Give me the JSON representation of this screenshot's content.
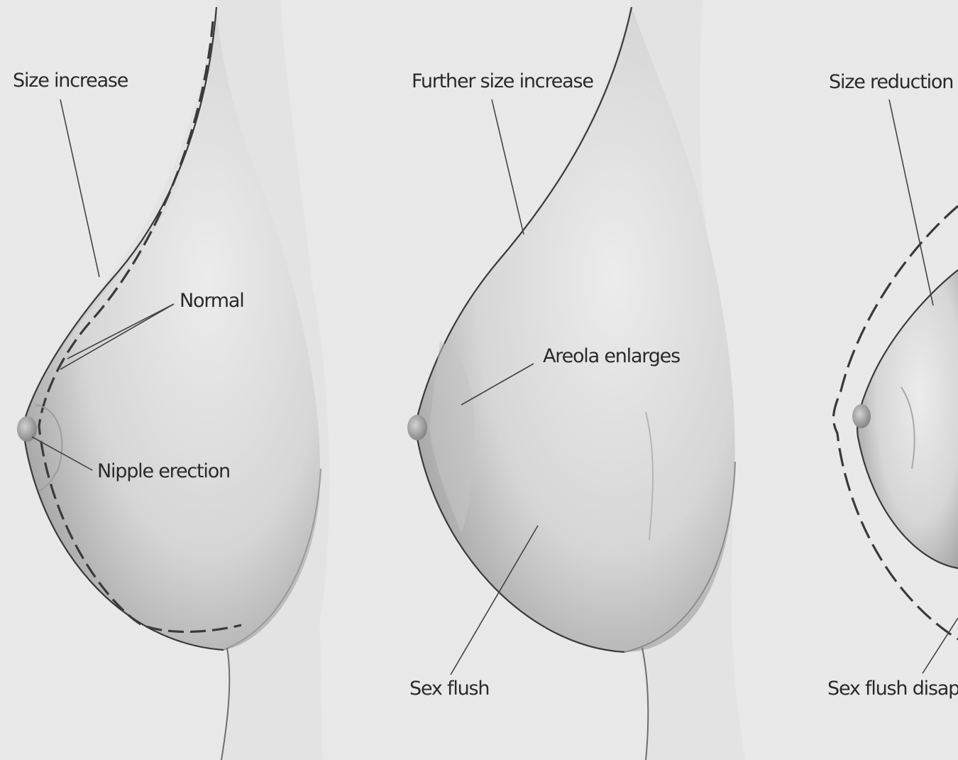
{
  "colors": {
    "paper": "#ebebeb",
    "skin_light": "#e7e7e7",
    "skin_shadow": "#8d8d8d",
    "outline": "#3a3a3a",
    "leader_line": "#444444",
    "label_text": "#2a2a2a"
  },
  "panels": [
    {
      "name": "panel-1",
      "labels": {
        "size": "Size increase",
        "normal": "Normal",
        "nipple": "Nipple erection"
      }
    },
    {
      "name": "panel-2",
      "labels": {
        "size": "Further size increase",
        "areola": "Areola enlarges",
        "flush": "Sex flush"
      }
    },
    {
      "name": "panel-3",
      "labels": {
        "size": "Size reduction",
        "flush": "Sex flush disap"
      }
    }
  ]
}
